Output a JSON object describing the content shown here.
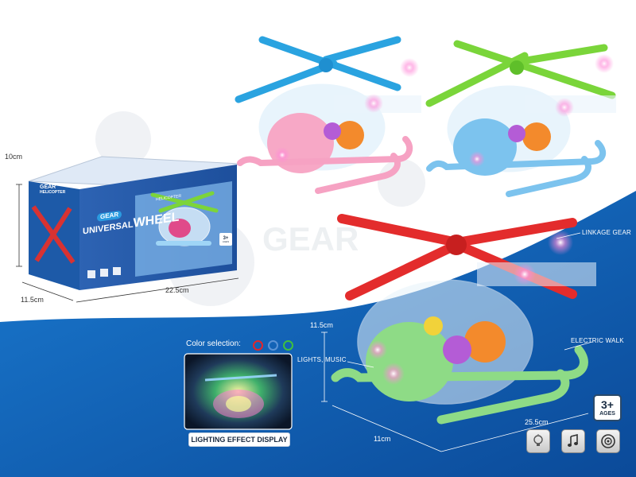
{
  "box": {
    "title_small_1": "GEAR",
    "title_small_2": "HELICOPTER",
    "brand_line_1": "GEAR",
    "brand_line_2": "UNIVERSAL",
    "brand_line_3": "WHEEL",
    "tagline": "HELICOPTER",
    "age": "3+",
    "age_sub": "AGES"
  },
  "box_dimensions": {
    "height": "10cm",
    "width": "11.5cm",
    "length": "22.5cm"
  },
  "product_dimensions": {
    "height": "11.5cm",
    "width": "11cm",
    "length": "25.5cm"
  },
  "callouts": {
    "linkage_gear": "LINKAGE GEAR",
    "electric_walk": "ELECTRIC WALK",
    "lights_music": "LIGHTS, MUSIC"
  },
  "color_selection": {
    "label": "Color selection:",
    "colors": [
      "#e3262b",
      "#5a93d6",
      "#3fbf3f"
    ]
  },
  "lighting_caption": "LIGHTING EFFECT DISPLAY",
  "age_badge": {
    "big": "3+",
    "small": "AGES"
  },
  "feature_icons": [
    "light-bulb-icon",
    "music-note-icon",
    "wheel-icon"
  ],
  "variants": [
    {
      "name": "pink",
      "rotor": "#2aa3e0",
      "body": "#f7a8c6"
    },
    {
      "name": "blue",
      "rotor": "#7ad53a",
      "body": "#7cc3ee"
    },
    {
      "name": "green",
      "rotor": "#e32c2c",
      "body": "#8edb86"
    }
  ]
}
